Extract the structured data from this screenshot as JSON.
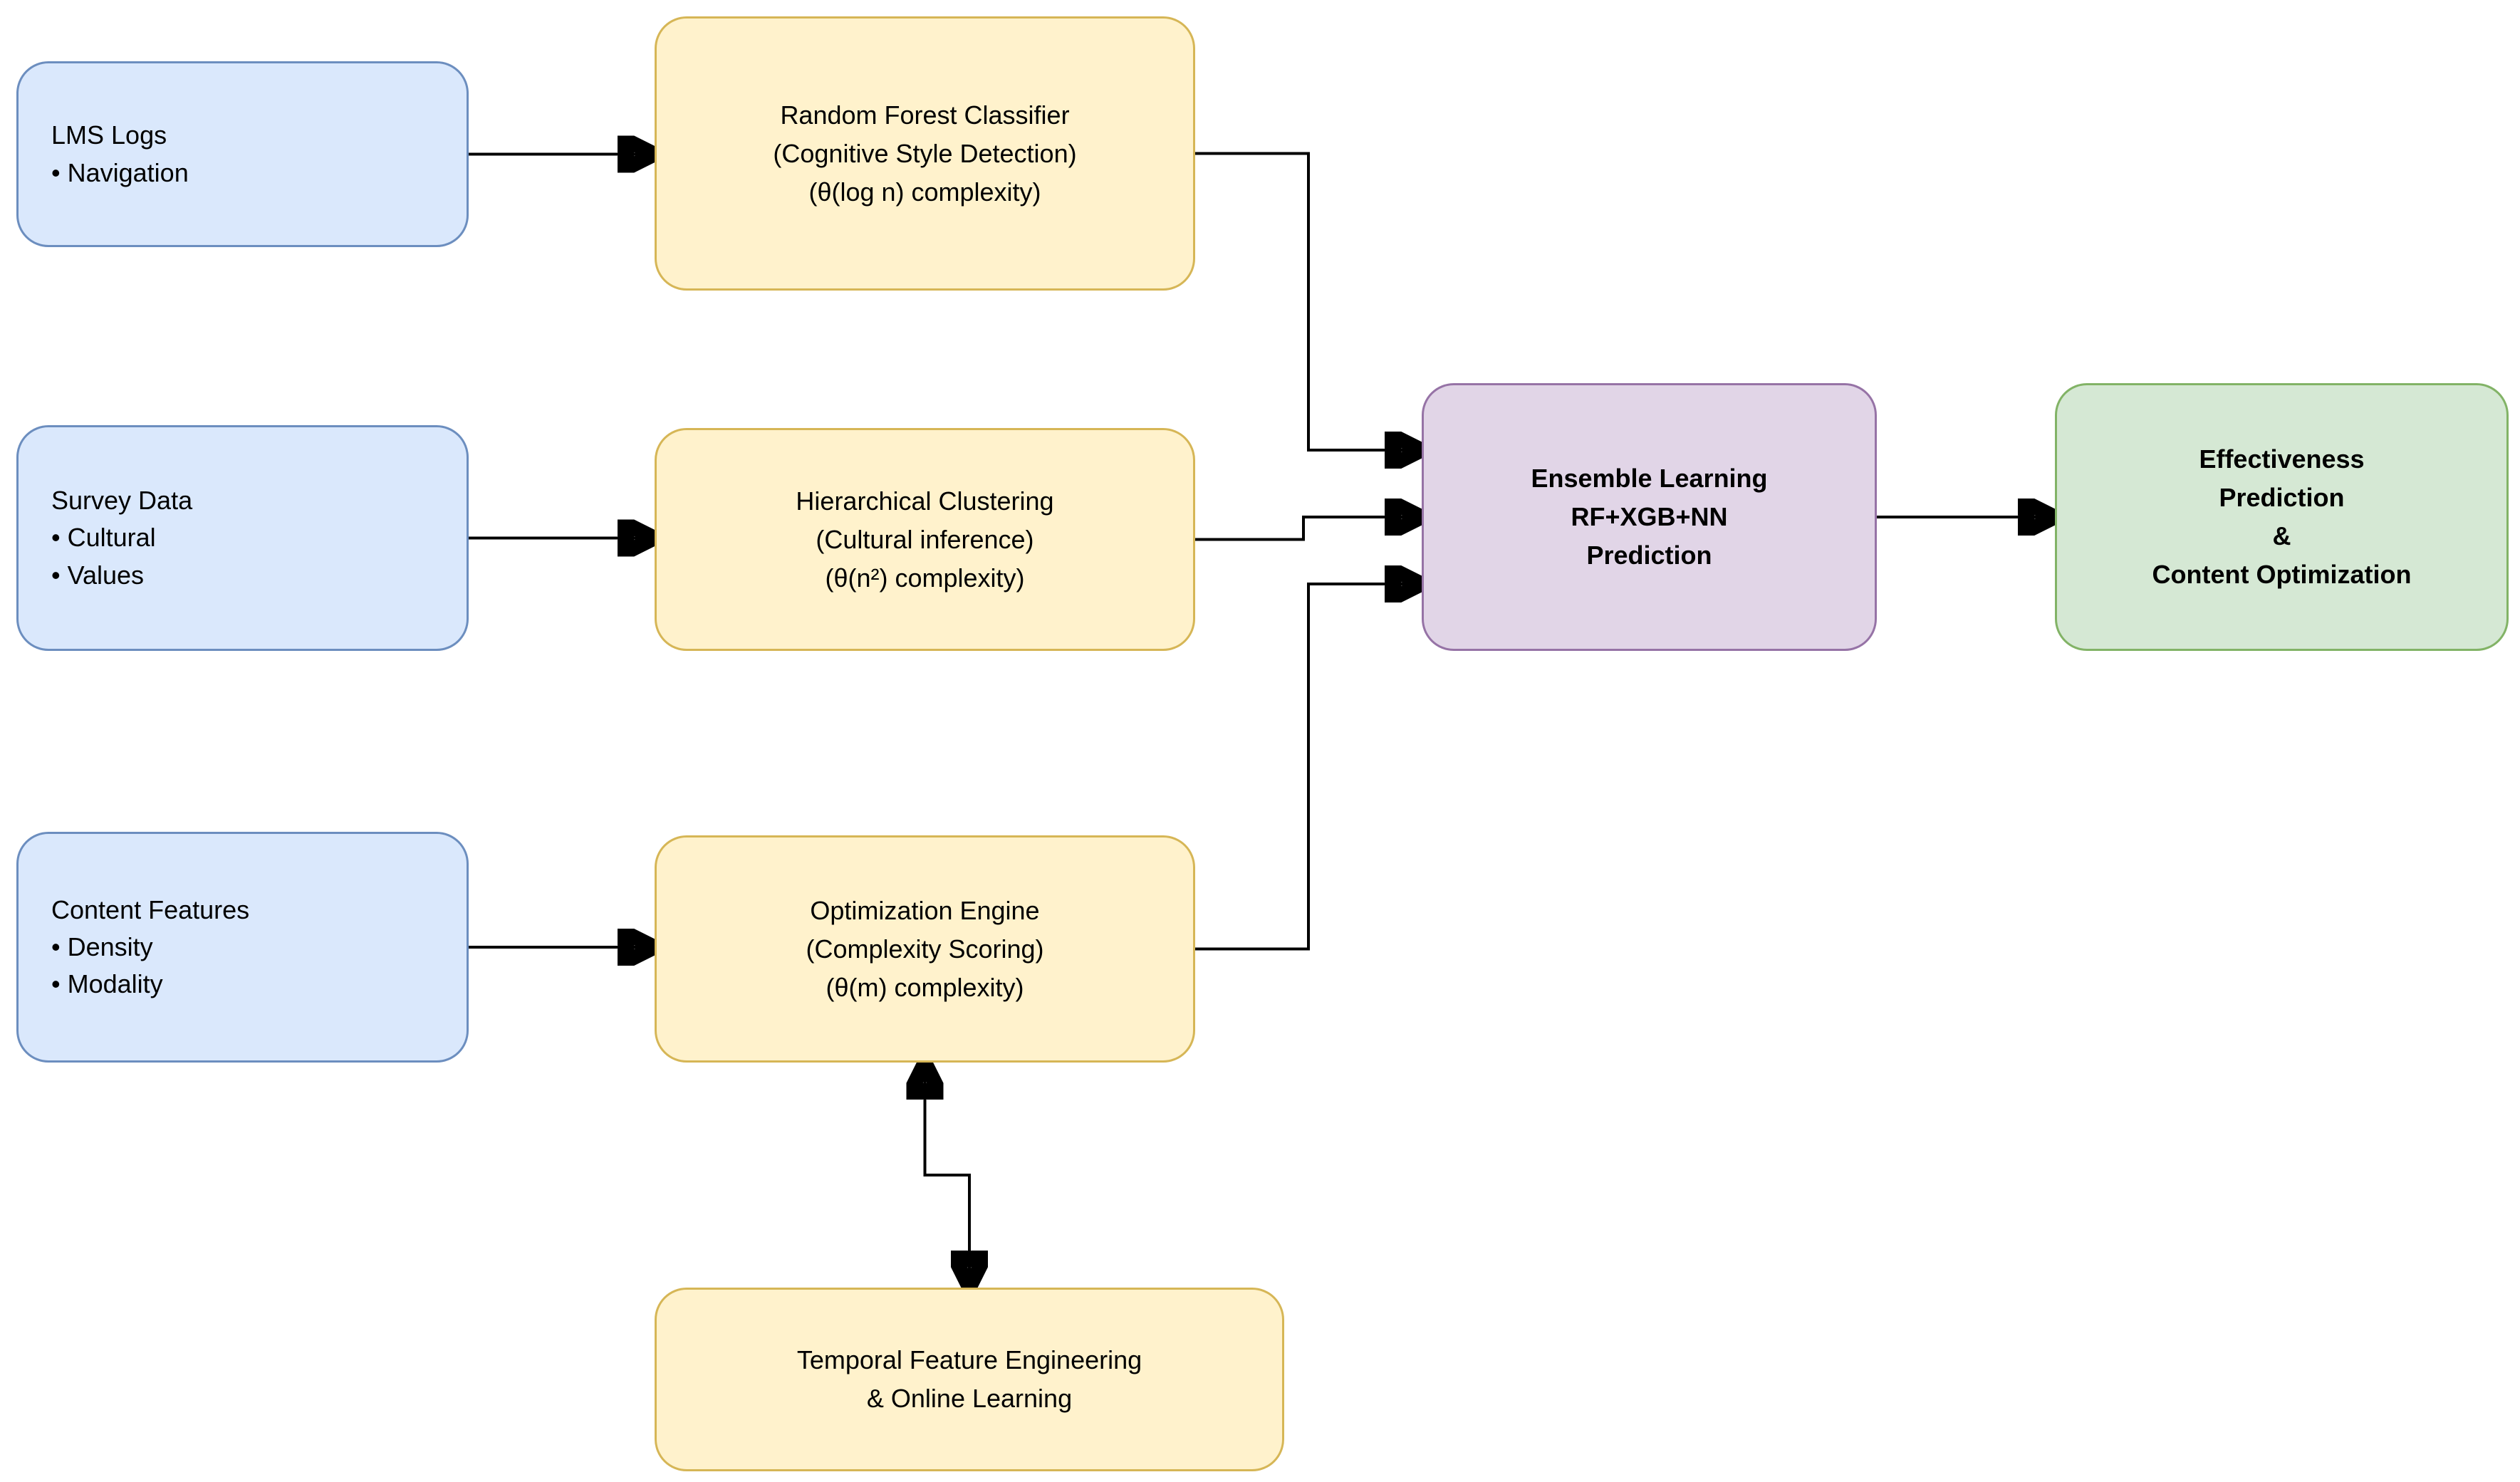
{
  "diagram": {
    "type": "flowchart",
    "background": "#ffffff",
    "colors": {
      "input_fill": "#dae8fc",
      "input_stroke": "#6c8ebf",
      "process_fill": "#fff2cc",
      "process_stroke": "#d6b656",
      "ensemble_fill": "#e1d5e7",
      "ensemble_stroke": "#9673a6",
      "output_fill": "#d5e8d4",
      "output_stroke": "#82b366",
      "connector": "#000000",
      "text": "#000000"
    },
    "nodes": {
      "lms_logs": {
        "role": "input",
        "label": "LMS Logs\n• Navigation"
      },
      "survey_data": {
        "role": "input",
        "label": "Survey Data\n• Cultural\n• Values"
      },
      "content_features": {
        "role": "input",
        "label": "Content Features\n• Density\n• Modality"
      },
      "random_forest": {
        "role": "process",
        "label": "Random Forest Classifier\n(Cognitive Style Detection)\n(θ(log n) complexity)"
      },
      "hierarchical_clustering": {
        "role": "process",
        "label": "Hierarchical Clustering\n(Cultural inference)\n(θ(n²) complexity)"
      },
      "optimization_engine": {
        "role": "process",
        "label": "Optimization Engine\n(Complexity Scoring)\n(θ(m) complexity)"
      },
      "temporal_feature": {
        "role": "process",
        "label": "Temporal Feature Engineering\n& Online Learning"
      },
      "ensemble_learning": {
        "role": "ensemble",
        "label": "Ensemble Learning\nRF+XGB+NN\nPrediction"
      },
      "effectiveness": {
        "role": "output",
        "label": "Effectiveness\nPrediction\n&\nContent Optimization"
      }
    },
    "edges": [
      {
        "from": "lms_logs",
        "to": "random_forest",
        "bidirectional": false
      },
      {
        "from": "survey_data",
        "to": "hierarchical_clustering",
        "bidirectional": false
      },
      {
        "from": "content_features",
        "to": "optimization_engine",
        "bidirectional": false
      },
      {
        "from": "random_forest",
        "to": "ensemble_learning",
        "bidirectional": false
      },
      {
        "from": "hierarchical_clustering",
        "to": "ensemble_learning",
        "bidirectional": false
      },
      {
        "from": "optimization_engine",
        "to": "ensemble_learning",
        "bidirectional": false
      },
      {
        "from": "ensemble_learning",
        "to": "effectiveness",
        "bidirectional": false
      },
      {
        "from": "optimization_engine",
        "to": "temporal_feature",
        "bidirectional": true
      }
    ]
  }
}
